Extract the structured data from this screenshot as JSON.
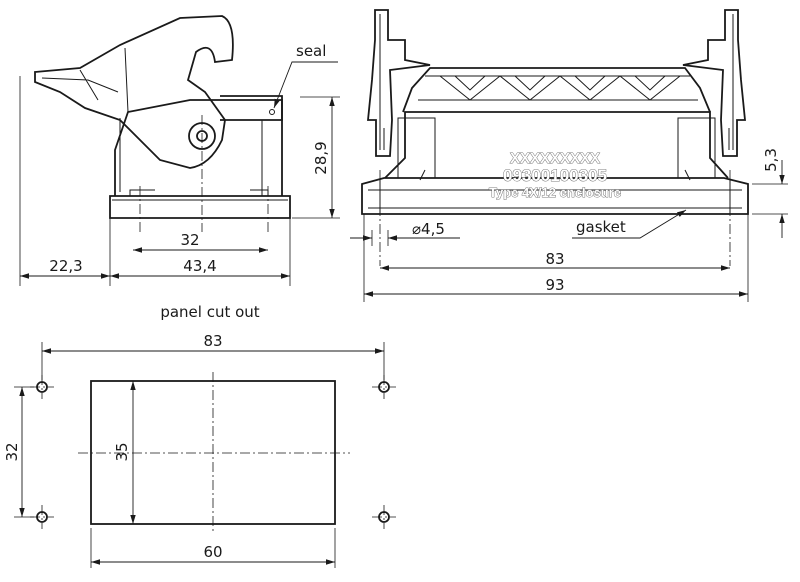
{
  "side_view": {
    "labels": {
      "seal": "seal"
    },
    "dimensions": {
      "height": "28,9",
      "bolt_spacing": "32",
      "base_width": "43,4",
      "overhang": "22,3"
    }
  },
  "front_view": {
    "marking": {
      "line1": "XXXXXXXXX",
      "line2": "09300100305",
      "line3": "Type 4X/12 enclosure"
    },
    "labels": {
      "gasket": "gasket"
    },
    "dimensions": {
      "flange_thickness": "5,3",
      "hole_diameter": "⌀4,5",
      "hole_spacing": "83",
      "overall_length": "93"
    }
  },
  "cutout": {
    "title": "panel cut out",
    "dimensions": {
      "hole_spacing_x": "83",
      "hole_spacing_y": "32",
      "opening_height": "35",
      "opening_width": "60"
    }
  }
}
